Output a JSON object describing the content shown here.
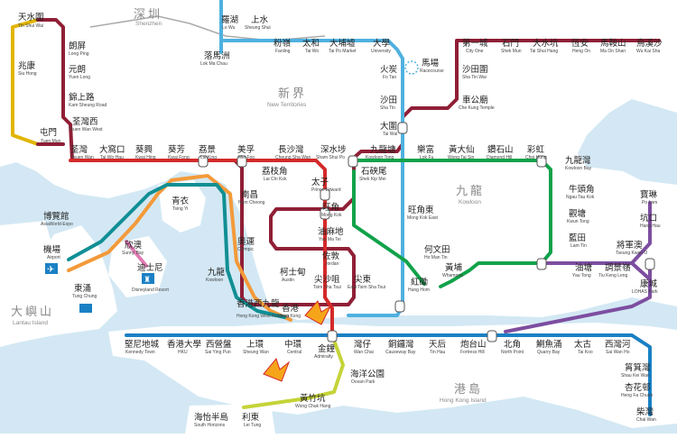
{
  "colors": {
    "sea": "#d3e8f4",
    "land": "#ffffff",
    "east_rail": "#4fb1e0",
    "tuen_ma": "#8f1f36",
    "tuen_ma_east": "#9b3a1b",
    "tsuen_wan": "#d42a2a",
    "kwun_tong": "#11a24a",
    "island": "#1a80c4",
    "tseung_kwan_o": "#7d4ea0",
    "tung_chung": "#f39a3a",
    "airport_express": "#108f94",
    "disneyland": "#e07ab3",
    "south_island": "#c4d338",
    "light_rail": "#e1b500",
    "border": "#aaaaaa"
  },
  "regions": [
    {
      "zh": "深圳",
      "en": "Shenzhen"
    },
    {
      "zh": "新界",
      "en": "New Territories"
    },
    {
      "zh": "九龍",
      "en": "Kowloon"
    },
    {
      "zh": "港島",
      "en": "Hong Kong Island"
    },
    {
      "zh": "大嶼山",
      "en": "Lantau Island"
    }
  ],
  "stations": [
    {
      "zh": "羅湖",
      "en": "Lo Wu"
    },
    {
      "zh": "上水",
      "en": "Sheung Shui"
    },
    {
      "zh": "落馬洲",
      "en": "Lok Ma Chau"
    },
    {
      "zh": "粉嶺",
      "en": "Fanling"
    },
    {
      "zh": "太和",
      "en": "Tai Wo"
    },
    {
      "zh": "大埔墟",
      "en": "Tai Po Market"
    },
    {
      "zh": "大學",
      "en": "University"
    },
    {
      "zh": "火炭",
      "en": "Fo Tan"
    },
    {
      "zh": "馬場",
      "en": "Racecourse"
    },
    {
      "zh": "沙田",
      "en": "Sha Tin"
    },
    {
      "zh": "大圍",
      "en": "Tai Wai"
    },
    {
      "zh": "第一城",
      "en": "City One"
    },
    {
      "zh": "石門",
      "en": "Shek Mun"
    },
    {
      "zh": "大水坑",
      "en": "Tai Shui Hang"
    },
    {
      "zh": "恆安",
      "en": "Heng On"
    },
    {
      "zh": "馬鞍山",
      "en": "Ma On Shan"
    },
    {
      "zh": "烏溪沙",
      "en": "Wu Kai Sha"
    },
    {
      "zh": "沙田圍",
      "en": "Sha Tin Wai"
    },
    {
      "zh": "車公廟",
      "en": "Che Kung Temple"
    },
    {
      "zh": "天水圍",
      "en": "Tin Shui Wai"
    },
    {
      "zh": "朗屏",
      "en": "Long Ping"
    },
    {
      "zh": "元朗",
      "en": "Yuen Long"
    },
    {
      "zh": "兆康",
      "en": "Siu Hong"
    },
    {
      "zh": "錦上路",
      "en": "Kam Sheung Road"
    },
    {
      "zh": "荃灣西",
      "en": "Tsuen Wan West"
    },
    {
      "zh": "屯門",
      "en": "Tuen Mun"
    },
    {
      "zh": "荃灣",
      "en": "Tsuen Wan"
    },
    {
      "zh": "大窩口",
      "en": "Tai Wo Hau"
    },
    {
      "zh": "葵興",
      "en": "Kwai Hing"
    },
    {
      "zh": "葵芳",
      "en": "Kwai Fong"
    },
    {
      "zh": "荔景",
      "en": "Lai King"
    },
    {
      "zh": "美孚",
      "en": "Mei Foo"
    },
    {
      "zh": "荔枝角",
      "en": "Lai Chi Kok"
    },
    {
      "zh": "長沙灣",
      "en": "Cheung Sha Wan"
    },
    {
      "zh": "深水埗",
      "en": "Sham Shui Po"
    },
    {
      "zh": "九龍塘",
      "en": "Kowloon Tong"
    },
    {
      "zh": "石硤尾",
      "en": "Shek Kip Mei"
    },
    {
      "zh": "太子",
      "en": "Prince Edward"
    },
    {
      "zh": "旺角",
      "en": "Mong Kok"
    },
    {
      "zh": "油麻地",
      "en": "Yau Ma Tei"
    },
    {
      "zh": "佐敦",
      "en": "Jordan"
    },
    {
      "zh": "尖沙咀",
      "en": "Tsim Sha Tsui"
    },
    {
      "zh": "尖東",
      "en": "East Tsim Sha Tsui"
    },
    {
      "zh": "紅磡",
      "en": "Hung Hom"
    },
    {
      "zh": "旺角東",
      "en": "Mong Kok East"
    },
    {
      "zh": "何文田",
      "en": "Ho Man Tin"
    },
    {
      "zh": "黃埔",
      "en": "Whampoa"
    },
    {
      "zh": "樂富",
      "en": "Lok Fu"
    },
    {
      "zh": "黃大仙",
      "en": "Wong Tai Sin"
    },
    {
      "zh": "鑽石山",
      "en": "Diamond Hill"
    },
    {
      "zh": "彩虹",
      "en": "Choi Hung"
    },
    {
      "zh": "九龍灣",
      "en": "Kowloon Bay"
    },
    {
      "zh": "牛頭角",
      "en": "Ngau Tau Kok"
    },
    {
      "zh": "觀塘",
      "en": "Kwun Tong"
    },
    {
      "zh": "藍田",
      "en": "Lam Tin"
    },
    {
      "zh": "油塘",
      "en": "Yau Tong"
    },
    {
      "zh": "調景嶺",
      "en": "Tiu Keng Leng"
    },
    {
      "zh": "將軍澳",
      "en": "Tseung Kwan O"
    },
    {
      "zh": "寶琳",
      "en": "Po Lam"
    },
    {
      "zh": "坑口",
      "en": "Hang Hau"
    },
    {
      "zh": "康城",
      "en": "LOHAS Park"
    },
    {
      "zh": "南昌",
      "en": "Nam Cheong"
    },
    {
      "zh": "奧運",
      "en": "Olympic"
    },
    {
      "zh": "九龍",
      "en": "Kowloon"
    },
    {
      "zh": "柯士甸",
      "en": "Austin"
    },
    {
      "zh": "香港西九龍",
      "en": "Hong Kong West Kowloon"
    },
    {
      "zh": "香港",
      "en": "Hong Kong"
    },
    {
      "zh": "青衣",
      "en": "Tsing Yi"
    },
    {
      "zh": "博覽館",
      "en": "AsiaWorld-Expo"
    },
    {
      "zh": "機場",
      "en": "Airport"
    },
    {
      "zh": "欣澳",
      "en": "Sunny Bay"
    },
    {
      "zh": "迪士尼",
      "en": "Disneyland Resort"
    },
    {
      "zh": "東涌",
      "en": "Tung Chung"
    },
    {
      "zh": "堅尼地城",
      "en": "Kennedy Town"
    },
    {
      "zh": "香港大學",
      "en": "HKU"
    },
    {
      "zh": "西營盤",
      "en": "Sai Ying Pun"
    },
    {
      "zh": "上環",
      "en": "Sheung Wan"
    },
    {
      "zh": "中環",
      "en": "Central"
    },
    {
      "zh": "金鐘",
      "en": "Admiralty"
    },
    {
      "zh": "灣仔",
      "en": "Wan Chai"
    },
    {
      "zh": "銅鑼灣",
      "en": "Causeway Bay"
    },
    {
      "zh": "天后",
      "en": "Tin Hau"
    },
    {
      "zh": "炮台山",
      "en": "Fortress Hill"
    },
    {
      "zh": "北角",
      "en": "North Point"
    },
    {
      "zh": "鰂魚涌",
      "en": "Quarry Bay"
    },
    {
      "zh": "太古",
      "en": "Tai Koo"
    },
    {
      "zh": "西灣河",
      "en": "Sai Wan Ho"
    },
    {
      "zh": "筲箕灣",
      "en": "Shau Kei Wan"
    },
    {
      "zh": "杏花邨",
      "en": "Heng Fa Chuen"
    },
    {
      "zh": "柴灣",
      "en": "Chai Wan"
    },
    {
      "zh": "海洋公園",
      "en": "Ocean Park"
    },
    {
      "zh": "黃竹坑",
      "en": "Wong Chuk Hang"
    },
    {
      "zh": "利東",
      "en": "Lei Tung"
    },
    {
      "zh": "海怡半島",
      "en": "South Horizons"
    }
  ]
}
